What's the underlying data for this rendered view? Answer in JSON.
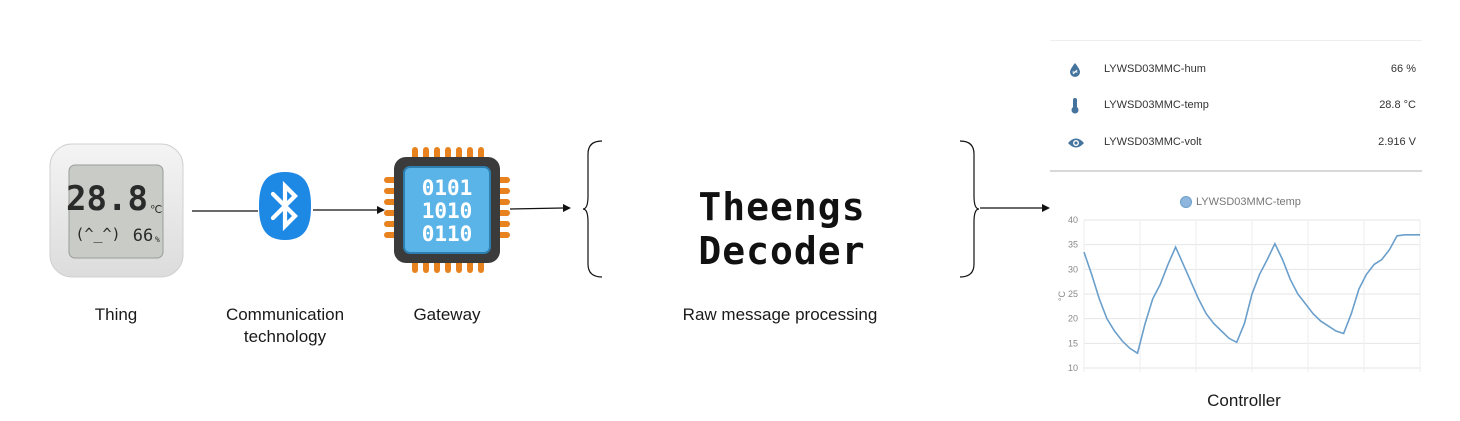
{
  "stages": {
    "thing": {
      "caption": "Thing",
      "display_temp": "28.8",
      "display_unit": "℃",
      "display_face": "(^_^)",
      "display_hum": "66",
      "display_hum_unit": "%"
    },
    "communication": {
      "caption_line1": "Communication",
      "caption_line2": "technology",
      "icon": "bluetooth-icon"
    },
    "gateway": {
      "caption": "Gateway",
      "chip_bits": [
        "0101",
        "1010",
        "0110"
      ],
      "icon": "chip-icon"
    },
    "decoder": {
      "title": "Theengs Decoder",
      "caption": "Raw message processing"
    },
    "controller": {
      "caption": "Controller"
    }
  },
  "sensor_panel": {
    "rows": [
      {
        "icon": "water-drop-icon",
        "name": "LYWSD03MMC-hum",
        "value": "66 %"
      },
      {
        "icon": "thermometer-icon",
        "name": "LYWSD03MMC-temp",
        "value": "28.8 °C"
      },
      {
        "icon": "eye-icon",
        "name": "LYWSD03MMC-volt",
        "value": "2.916 V"
      }
    ]
  },
  "colors": {
    "bluetooth": "#1e88e5",
    "chip_body": "#3b3b3b",
    "chip_pins": "#e8821f",
    "chip_core": "#5ab4e8",
    "chart_line": "#6a9fcb",
    "icon_blue": "#44739e"
  },
  "chart_data": {
    "type": "line",
    "title": "",
    "xlabel": "",
    "ylabel": "°C",
    "ylim": [
      10,
      40
    ],
    "yticks": [
      10,
      15,
      20,
      25,
      30,
      35,
      40
    ],
    "grid": true,
    "legend_placement": "top",
    "series": [
      {
        "name": "LYWSD03MMC-temp",
        "x": [
          0,
          1,
          2,
          3,
          4,
          5,
          6,
          7,
          8,
          9,
          10,
          11,
          12,
          13,
          14,
          15,
          16,
          17,
          18,
          19,
          20,
          21,
          22,
          23,
          24,
          25,
          26,
          27,
          28,
          29,
          30,
          31,
          32,
          33,
          34,
          35,
          36,
          37,
          38,
          39,
          40,
          41,
          42,
          43,
          44
        ],
        "values": [
          33.5,
          29,
          24,
          20,
          17.5,
          15.5,
          14,
          13,
          19,
          24,
          27,
          31,
          34.5,
          31,
          27.5,
          24,
          21,
          19,
          17.5,
          16,
          15.2,
          19,
          25,
          29,
          32,
          35.2,
          32,
          28,
          25,
          23,
          21,
          19.5,
          18.5,
          17.5,
          17,
          21,
          26,
          29,
          31,
          32,
          34,
          36.8,
          37,
          37,
          37
        ]
      }
    ]
  }
}
